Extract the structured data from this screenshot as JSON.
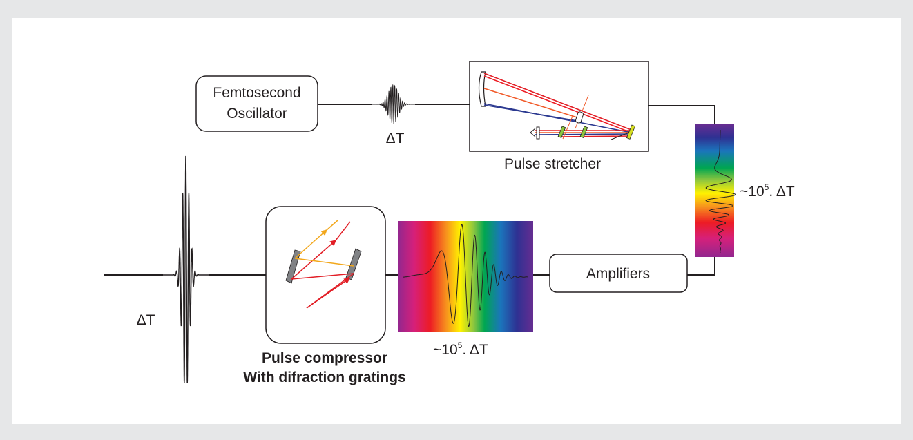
{
  "blocks": {
    "oscillator": {
      "line1": "Femtosecond",
      "line2": "Oscillator"
    },
    "stretcher": {
      "label": "Pulse stretcher"
    },
    "amplifiers": {
      "label": "Amplifiers"
    },
    "compressor": {
      "line1": "Pulse compressor",
      "line2": "With difraction gratings"
    }
  },
  "pulse_labels": {
    "short_top": "ΔT",
    "stretched_vertical": {
      "prefix": "~10",
      "exp": "5",
      "suffix": ". ΔT"
    },
    "stretched_horizontal": {
      "prefix": "~10",
      "exp": "5",
      "suffix": ". ΔT"
    },
    "compressed_output": "ΔT"
  },
  "colors": {
    "ray_red": "#e21e26",
    "ray_orange": "#f15a29",
    "ray_yellow": "#f2a71b",
    "ray_blue": "#2b3990",
    "grating_gray": "#808285",
    "grating_green": "#8dc63f",
    "line": "#231f20",
    "spectrum_violet": "#92278f",
    "spectrum_red": "#ed1c24",
    "spectrum_orange": "#f7941d",
    "spectrum_yellow": "#fff200",
    "spectrum_green": "#00a651",
    "spectrum_blue": "#2e3192"
  }
}
